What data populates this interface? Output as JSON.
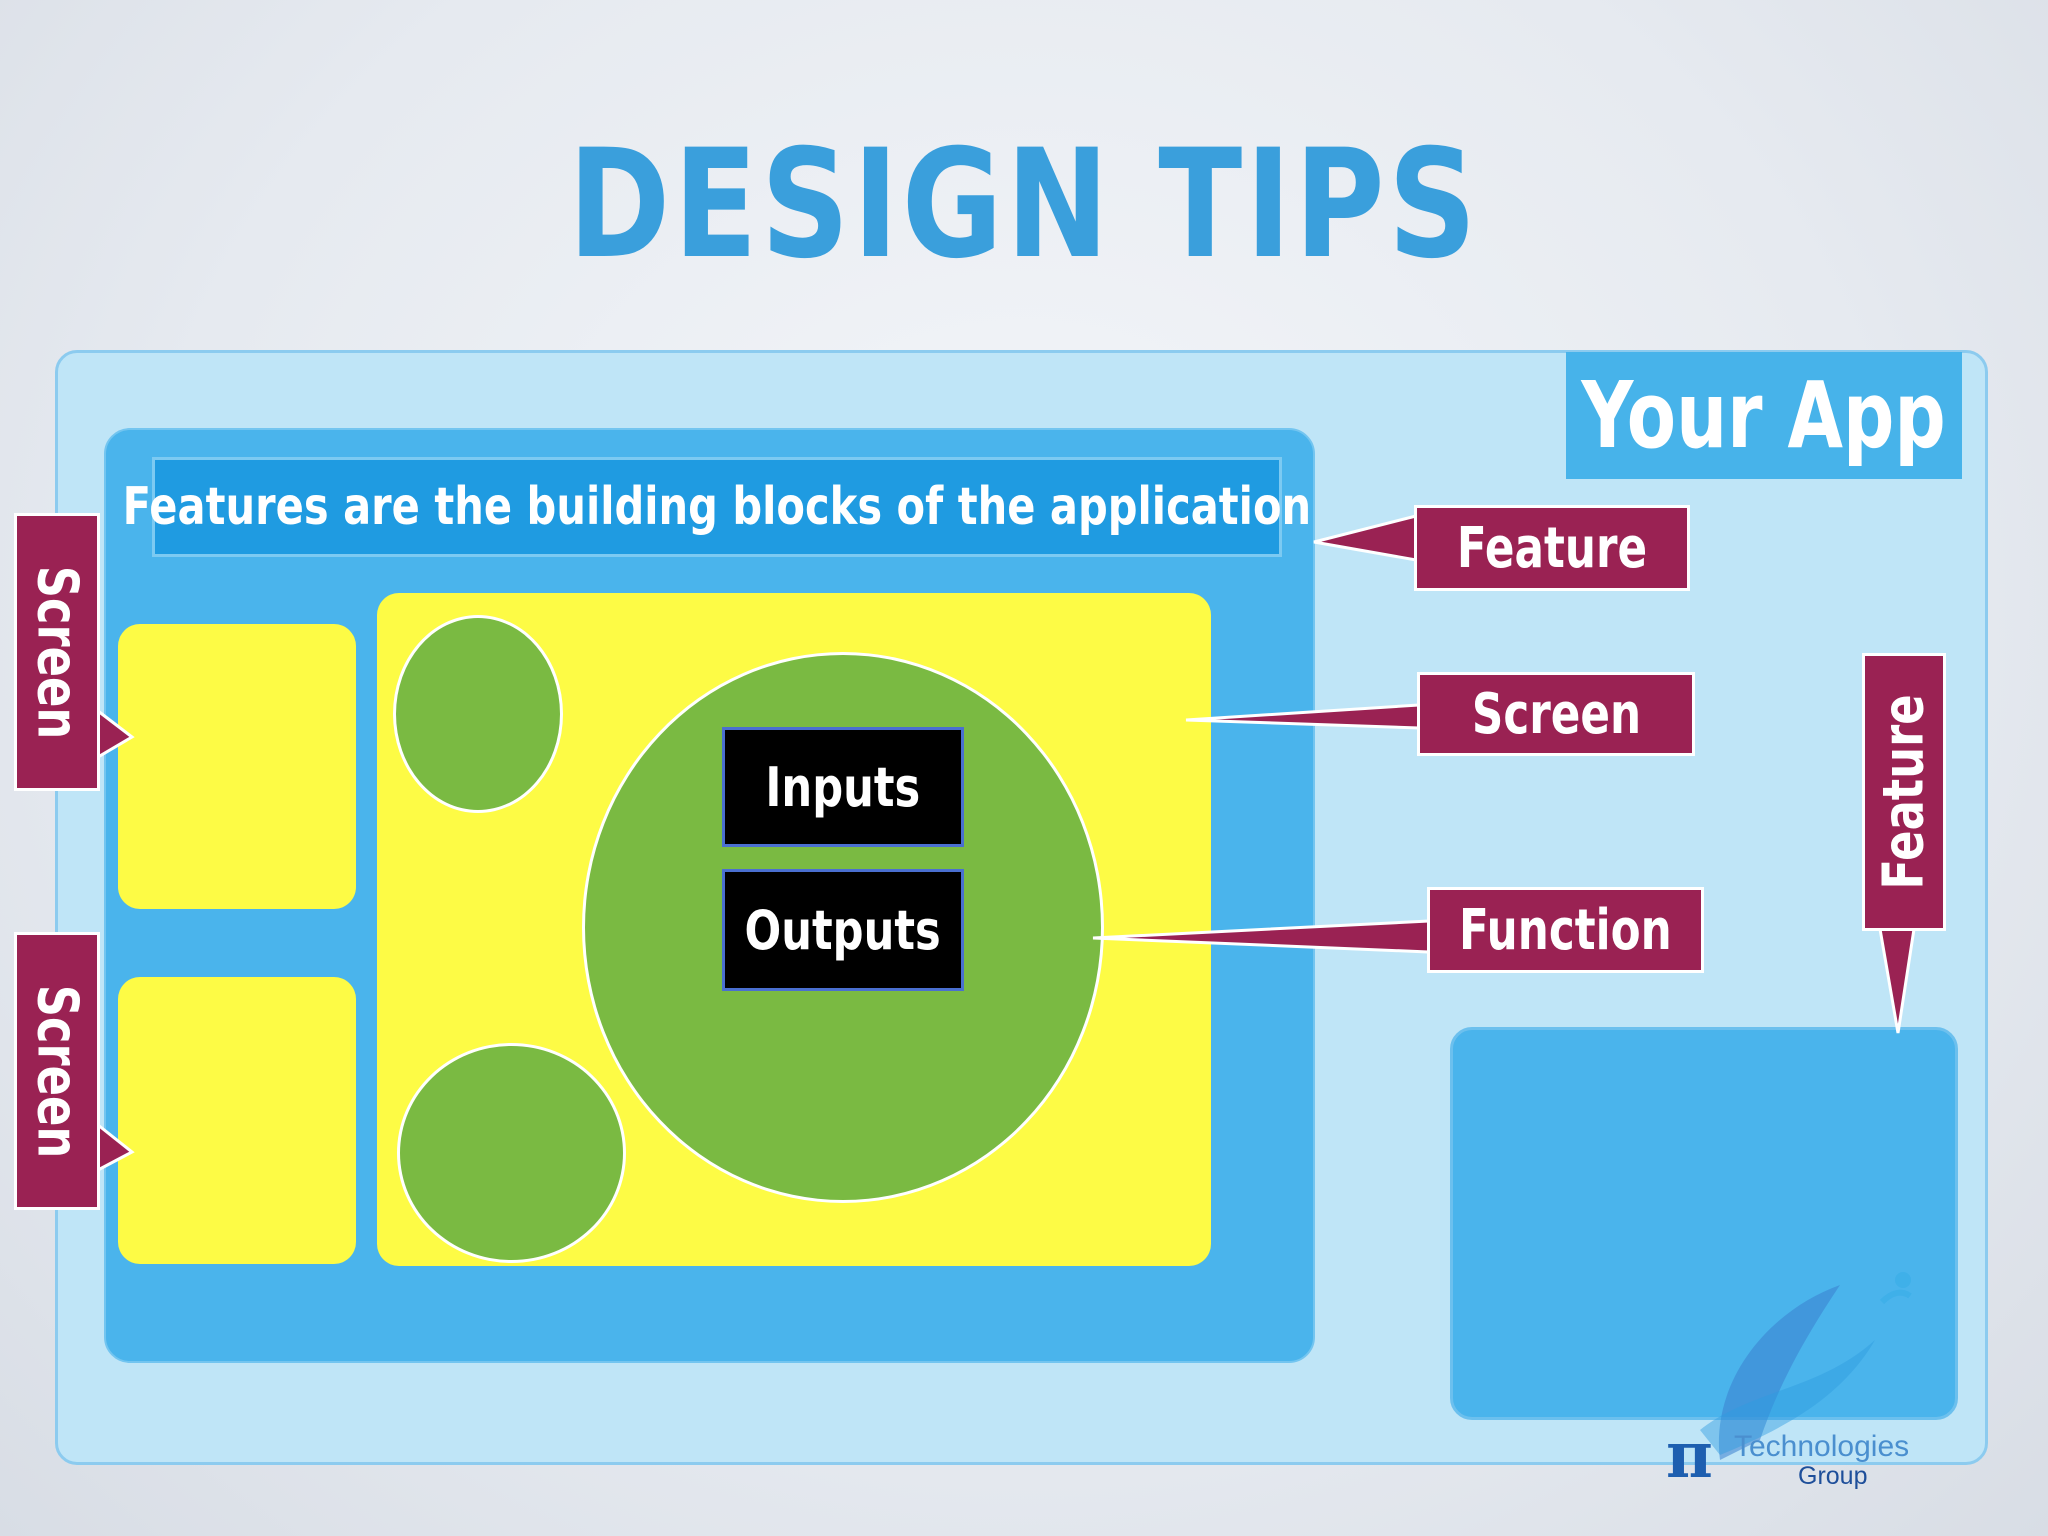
{
  "title": "DESIGN TIPS",
  "app_label": "Your App",
  "feature_banner": "Features are the building blocks of the application",
  "io": {
    "inputs": "Inputs",
    "outputs": "Outputs"
  },
  "callouts": {
    "feature": "Feature",
    "screen": "Screen",
    "function": "Function",
    "screen_left_top": "Screen",
    "screen_left_bottom": "Screen",
    "feature_right": "Feature"
  },
  "logo": {
    "symbol": "π",
    "line1": "Technologies",
    "line2": "Group"
  },
  "colors": {
    "title": "#3a9fdc",
    "app_frame": "#bfe5f7",
    "feature_block": "#4ab4ec",
    "banner": "#1f9be1",
    "screen": "#fdfb45",
    "function_circle": "#7aba42",
    "callout": "#9a2253",
    "io_box": "#000000"
  }
}
